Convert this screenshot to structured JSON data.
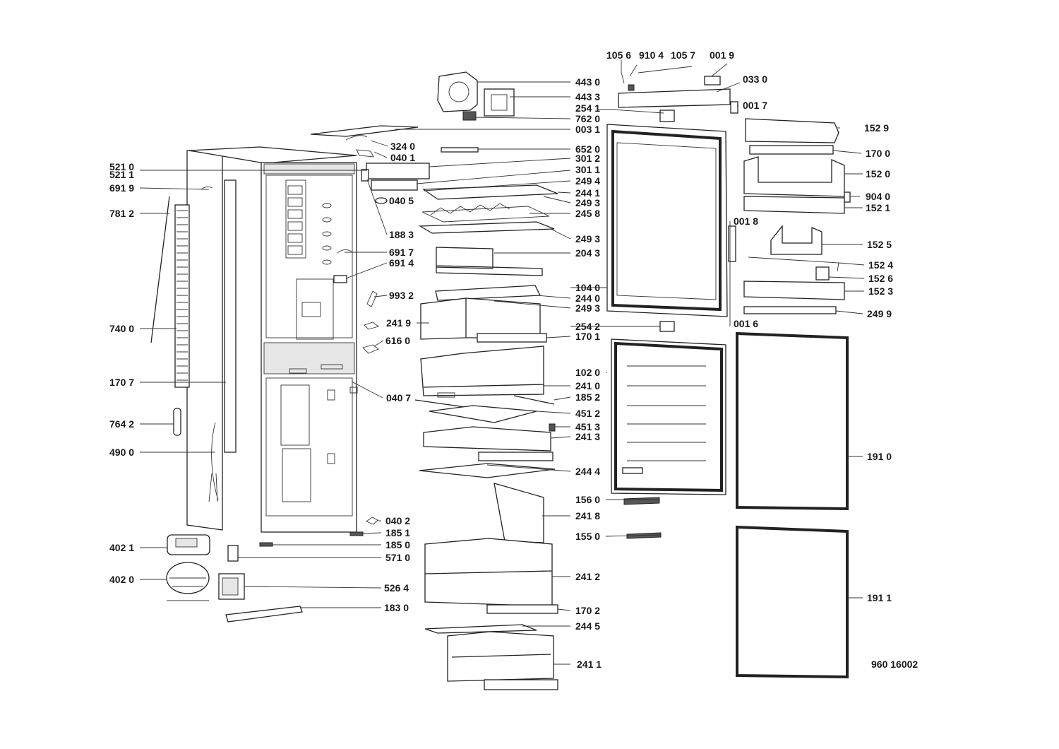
{
  "diagram": {
    "document_number": "960 16002",
    "labels": [
      {
        "id": "l1056",
        "text": "105 6"
      },
      {
        "id": "l9104",
        "text": "910 4"
      },
      {
        "id": "l1057",
        "text": "105 7"
      },
      {
        "id": "l0019",
        "text": "001 9"
      },
      {
        "id": "l0330",
        "text": "033 0"
      },
      {
        "id": "l4430",
        "text": "443 0"
      },
      {
        "id": "l4433",
        "text": "443 3"
      },
      {
        "id": "l2541",
        "text": "254 1"
      },
      {
        "id": "l0017",
        "text": "001 7"
      },
      {
        "id": "l7620",
        "text": "762 0"
      },
      {
        "id": "l0031",
        "text": "003 1"
      },
      {
        "id": "l1529",
        "text": "152 9"
      },
      {
        "id": "l3240",
        "text": "324 0"
      },
      {
        "id": "l0401",
        "text": "040 1"
      },
      {
        "id": "l6520",
        "text": "652 0"
      },
      {
        "id": "l1700",
        "text": "170 0"
      },
      {
        "id": "l5210",
        "text": "521 0"
      },
      {
        "id": "l5211",
        "text": "521 1"
      },
      {
        "id": "l3012",
        "text": "301 2"
      },
      {
        "id": "l3011",
        "text": "301 1"
      },
      {
        "id": "l1520",
        "text": "152 0"
      },
      {
        "id": "l6919",
        "text": "691 9"
      },
      {
        "id": "l2494",
        "text": "249 4"
      },
      {
        "id": "l2441",
        "text": "244 1"
      },
      {
        "id": "l9040",
        "text": "904 0"
      },
      {
        "id": "l0405",
        "text": "040 5"
      },
      {
        "id": "l2493a",
        "text": "249 3"
      },
      {
        "id": "l1521",
        "text": "152 1"
      },
      {
        "id": "l7812",
        "text": "781 2"
      },
      {
        "id": "l2458",
        "text": "245 8"
      },
      {
        "id": "l0018",
        "text": "001 8"
      },
      {
        "id": "l1883",
        "text": "188 3"
      },
      {
        "id": "l2493b",
        "text": "249 3"
      },
      {
        "id": "l1525",
        "text": "152 5"
      },
      {
        "id": "l6917",
        "text": "691 7"
      },
      {
        "id": "l2043",
        "text": "204 3"
      },
      {
        "id": "l6914",
        "text": "691 4"
      },
      {
        "id": "l1524",
        "text": "152 4"
      },
      {
        "id": "l1526",
        "text": "152 6"
      },
      {
        "id": "l1040",
        "text": "104 0"
      },
      {
        "id": "l1523",
        "text": "152 3"
      },
      {
        "id": "l9932",
        "text": "993 2"
      },
      {
        "id": "l2440",
        "text": "244 0"
      },
      {
        "id": "l2493c",
        "text": "249 3"
      },
      {
        "id": "l2499",
        "text": "249 9"
      },
      {
        "id": "l2419",
        "text": "241 9"
      },
      {
        "id": "l0016",
        "text": "001 6"
      },
      {
        "id": "l2542",
        "text": "254 2"
      },
      {
        "id": "l7400",
        "text": "740 0"
      },
      {
        "id": "l1701",
        "text": "170 1"
      },
      {
        "id": "l6160",
        "text": "616 0"
      },
      {
        "id": "l1020",
        "text": "102 0"
      },
      {
        "id": "l1707",
        "text": "170 7"
      },
      {
        "id": "l2410",
        "text": "241 0"
      },
      {
        "id": "l0407",
        "text": "040 7"
      },
      {
        "id": "l1852",
        "text": "185 2"
      },
      {
        "id": "l4512",
        "text": "451 2"
      },
      {
        "id": "l7642",
        "text": "764 2"
      },
      {
        "id": "l4513",
        "text": "451 3"
      },
      {
        "id": "l2413",
        "text": "241 3"
      },
      {
        "id": "l4900",
        "text": "490 0"
      },
      {
        "id": "l1910",
        "text": "191 0"
      },
      {
        "id": "l2444",
        "text": "244 4"
      },
      {
        "id": "l1560",
        "text": "156 0"
      },
      {
        "id": "l2418",
        "text": "241 8"
      },
      {
        "id": "l0402",
        "text": "040 2"
      },
      {
        "id": "l1851",
        "text": "185 1"
      },
      {
        "id": "l1550",
        "text": "155 0"
      },
      {
        "id": "l4021",
        "text": "402 1"
      },
      {
        "id": "l1850",
        "text": "185 0"
      },
      {
        "id": "l5710",
        "text": "571 0"
      },
      {
        "id": "l2412",
        "text": "241 2"
      },
      {
        "id": "l4020",
        "text": "402 0"
      },
      {
        "id": "l5264",
        "text": "526 4"
      },
      {
        "id": "l1702",
        "text": "170 2"
      },
      {
        "id": "l1830",
        "text": "183 0"
      },
      {
        "id": "l2445",
        "text": "244 5"
      },
      {
        "id": "l2411",
        "text": "241 1"
      },
      {
        "id": "l1911",
        "text": "191 1"
      }
    ]
  }
}
